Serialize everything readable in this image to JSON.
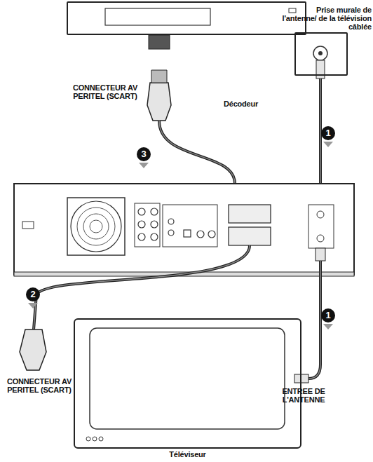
{
  "diagram": {
    "nodes": [
      {
        "text": [
          "Décodeur"
        ]
      },
      {
        "text": [
          "Prise murale de l'antenne/ de la télévision câblée"
        ]
      },
      {
        "text": [
          "Téléviseur"
        ]
      }
    ],
    "labels": [
      "CONNECTEUR AV PERITEL (SCART)",
      "1",
      "3",
      "1",
      "2",
      "CONNECTEUR AV PERITEL (SCART)",
      "ENTREE DE L'ANTENNE"
    ]
  }
}
